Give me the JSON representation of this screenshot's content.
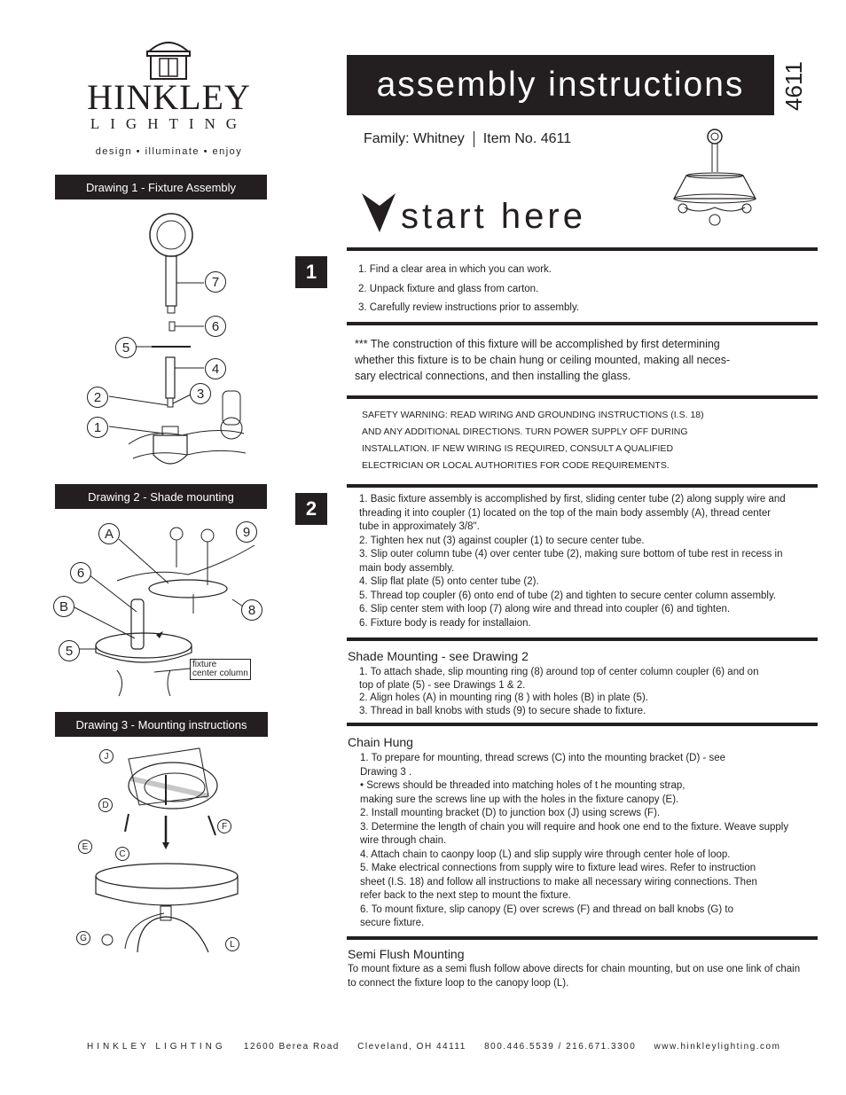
{
  "brand": {
    "name": "HINKLEY",
    "sub": "LIGHTING",
    "tagline": "design • illuminate • enjoy"
  },
  "header": {
    "title": "assembly instructions",
    "item_number": "4611",
    "family": "Family: Whitney",
    "item": "Item No. 4611",
    "start_here": "start here"
  },
  "drawings": {
    "d1": {
      "title": "Drawing 1 - Fixture Assembly",
      "callouts": [
        "7",
        "6",
        "5",
        "4",
        "3",
        "2",
        "1"
      ]
    },
    "d2": {
      "title": "Drawing 2 - Shade mounting",
      "callouts": [
        "A",
        "9",
        "6",
        "B",
        "8",
        "5"
      ],
      "label_line1": "fixture",
      "label_line2": "center column"
    },
    "d3": {
      "title": "Drawing 3 - Mounting instructions",
      "callouts": [
        "J",
        "D",
        "F",
        "E",
        "C",
        "G",
        "L"
      ]
    }
  },
  "steps": {
    "s1": "1",
    "s2": "2"
  },
  "prep": [
    "1.  Find a clear area in which you can work.",
    "2.  Unpack fixture and glass from carton.",
    "3.  Carefully review instructions prior to assembly."
  ],
  "construction_note": [
    "*** The construction of this fixture will be accomplished by first determining",
    "whether this fixture is to be chain hung or ceiling mounted, making all neces-",
    "sary electrical connections, and then installing the glass."
  ],
  "safety": [
    "SAFETY WARNING: READ WIRING AND GROUNDING INSTRUCTIONS (I.S. 18)",
    "AND ANY ADDITIONAL DIRECTIONS. TURN POWER SUPPLY OFF DURING",
    "INSTALLATION. IF NEW WIRING IS REQUIRED, CONSULT A QUALIFIED",
    "ELECTRICIAN OR LOCAL AUTHORITIES FOR CODE REQUIREMENTS."
  ],
  "assembly": [
    "1. Basic fixture assembly is accomplished by first, sliding center tube (2) along supply wire and",
    "threading it into coupler (1) located on the top of the main body assembly (A), thread center",
    "tube in approximately 3/8\".",
    "2. Tighten hex nut (3) against coupler (1) to secure center tube.",
    "3. Slip outer column tube (4) over center tube (2), making sure bottom of tube rest in recess in",
    "main body assembly.",
    "4. Slip flat plate (5) onto center tube (2).",
    "5. Thread top coupler (6) onto end of tube (2) and tighten to secure center column assembly.",
    "6. Slip center stem with loop (7) along wire and thread into coupler (6) and tighten.",
    "6. Fixture body is ready for installaion."
  ],
  "shade": {
    "title": "Shade Mounting - see Drawing 2",
    "lines": [
      "1. To attach shade,  slip mounting ring (8) around top of center column coupler (6) and on",
      "top of plate (5) - see Drawings 1 & 2.",
      "2. Align holes (A) in mounting ring (8 ) with holes (B) in plate (5).",
      "3. Thread in ball knobs with studs (9) to secure shade to fixture."
    ]
  },
  "chain": {
    "title": "Chain Hung",
    "lines": [
      "1.  To prepare for mounting, thread screws (C)  into the mounting bracket  (D) - see",
      "Drawing 3 .",
      "• Screws should be threaded into matching holes of t he mounting strap,",
      "making sure the screws line up with the holes in the fixture canopy (E).",
      "2.  Install mounting bracket (D) to junction box (J)  using screws (F).",
      "3. Determine the length of chain you will require and hook one end to the fixture. Weave supply",
      "wire through chain.",
      "4. Attach chain to caonpy loop (L) and slip supply wire through center hole of loop.",
      "5.  Make electrical connections from supply wire to fixture lead wires. Refer to instruction",
      "sheet   (I.S. 18)  and follow all instructions to make all necessary wiring connections. Then",
      "refer back to the next step to mount the fixture.",
      "6.  To mount fixture, slip canopy  (E)  over screws  (F)  and thread on ball knobs  (G)  to",
      "secure fixture."
    ]
  },
  "semi": {
    "title": "Semi Flush Mounting",
    "lines": [
      "To mount fixture as a semi flush follow above directs for chain mounting, but on use one link of chain",
      "to connect the fixture loop to the canopy loop (L)."
    ]
  },
  "footer": {
    "company": "HINKLEY LIGHTING",
    "address": "12600 Berea Road",
    "city": "Cleveland, OH 44111",
    "phone": "800.446.5539 / 216.671.3300",
    "web": "www.hinkleylighting.com"
  }
}
